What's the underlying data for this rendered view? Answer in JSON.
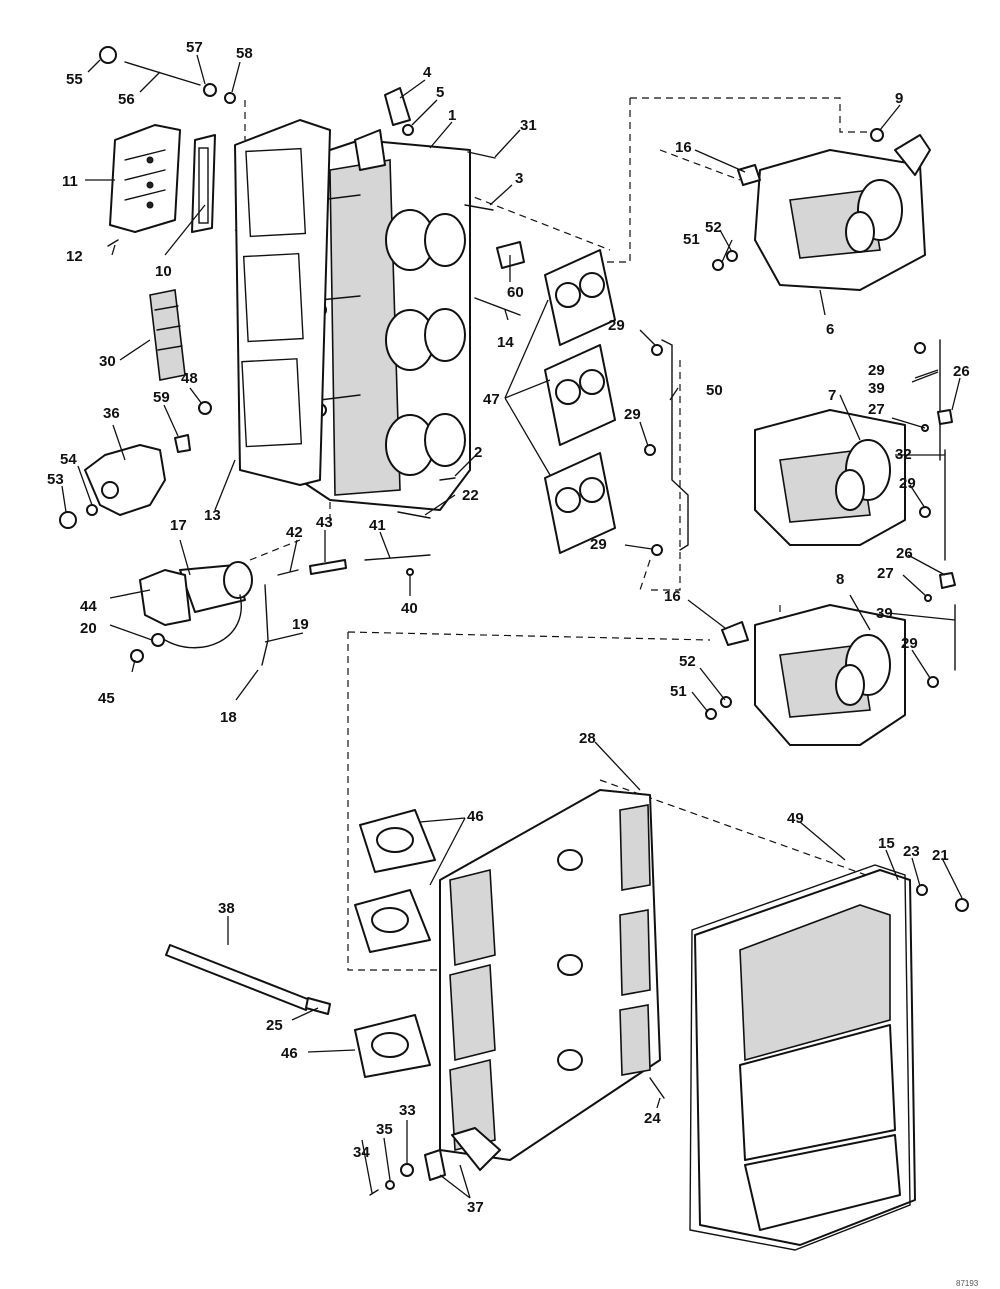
{
  "diagram": {
    "figure_number": "87193",
    "callouts": {
      "c1": "1",
      "c2": "2",
      "c3": "3",
      "c4": "4",
      "c5": "5",
      "c6": "6",
      "c7": "7",
      "c8": "8",
      "c9": "9",
      "c10": "10",
      "c11": "11",
      "c12": "12",
      "c13": "13",
      "c14": "14",
      "c15": "15",
      "c16a": "16",
      "c16b": "16",
      "c17": "17",
      "c18": "18",
      "c19": "19",
      "c20": "20",
      "c21": "21",
      "c22": "22",
      "c23": "23",
      "c24": "24",
      "c25": "25",
      "c26a": "26",
      "c26b": "26",
      "c27a": "27",
      "c27b": "27",
      "c28": "28",
      "c29a": "29",
      "c29b": "29",
      "c29c": "29",
      "c29d": "29",
      "c29e": "29",
      "c29f": "29",
      "c30": "30",
      "c31": "31",
      "c32": "32",
      "c33": "33",
      "c34": "34",
      "c35": "35",
      "c36": "36",
      "c37": "37",
      "c38": "38",
      "c39a": "39",
      "c39b": "39",
      "c40": "40",
      "c41": "41",
      "c42": "42",
      "c43": "43",
      "c44": "44",
      "c45": "45",
      "c46a": "46",
      "c46b": "46",
      "c47": "47",
      "c48": "48",
      "c49": "49",
      "c50": "50",
      "c51a": "51",
      "c51b": "51",
      "c52a": "52",
      "c52b": "52",
      "c53": "53",
      "c54": "54",
      "c55": "55",
      "c56": "56",
      "c57": "57",
      "c58": "58",
      "c59": "59",
      "c60": "60"
    }
  }
}
